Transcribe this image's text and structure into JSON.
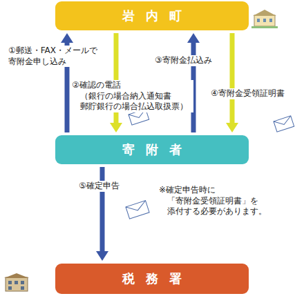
{
  "diagram": {
    "nodes": [
      {
        "text": [
          "岩内町"
        ]
      },
      {
        "text": [
          "寄附者"
        ]
      },
      {
        "text": [
          "税務署"
        ]
      }
    ],
    "edges": [
      {
        "from": 1,
        "to": 0,
        "arrow": "to",
        "label": "①郵送・FAX・メールで 寄附金申し込み"
      },
      {
        "from": 0,
        "to": 1,
        "arrow": "to",
        "label": "②確認の電話 （銀行の場合納入通知書 郵貯銀行の場合払込取扱票）"
      },
      {
        "from": 1,
        "to": 0,
        "arrow": "to",
        "label": "③寄附金払込み"
      },
      {
        "from": 0,
        "to": 1,
        "arrow": "to",
        "label": "④寄附金受領証明書"
      },
      {
        "from": 1,
        "to": 2,
        "arrow": "to",
        "label": "⑤確定申告"
      }
    ],
    "labels": [
      "※確定申告時に 「寄附金受領証明書」を 添付する必要があります。"
    ]
  }
}
